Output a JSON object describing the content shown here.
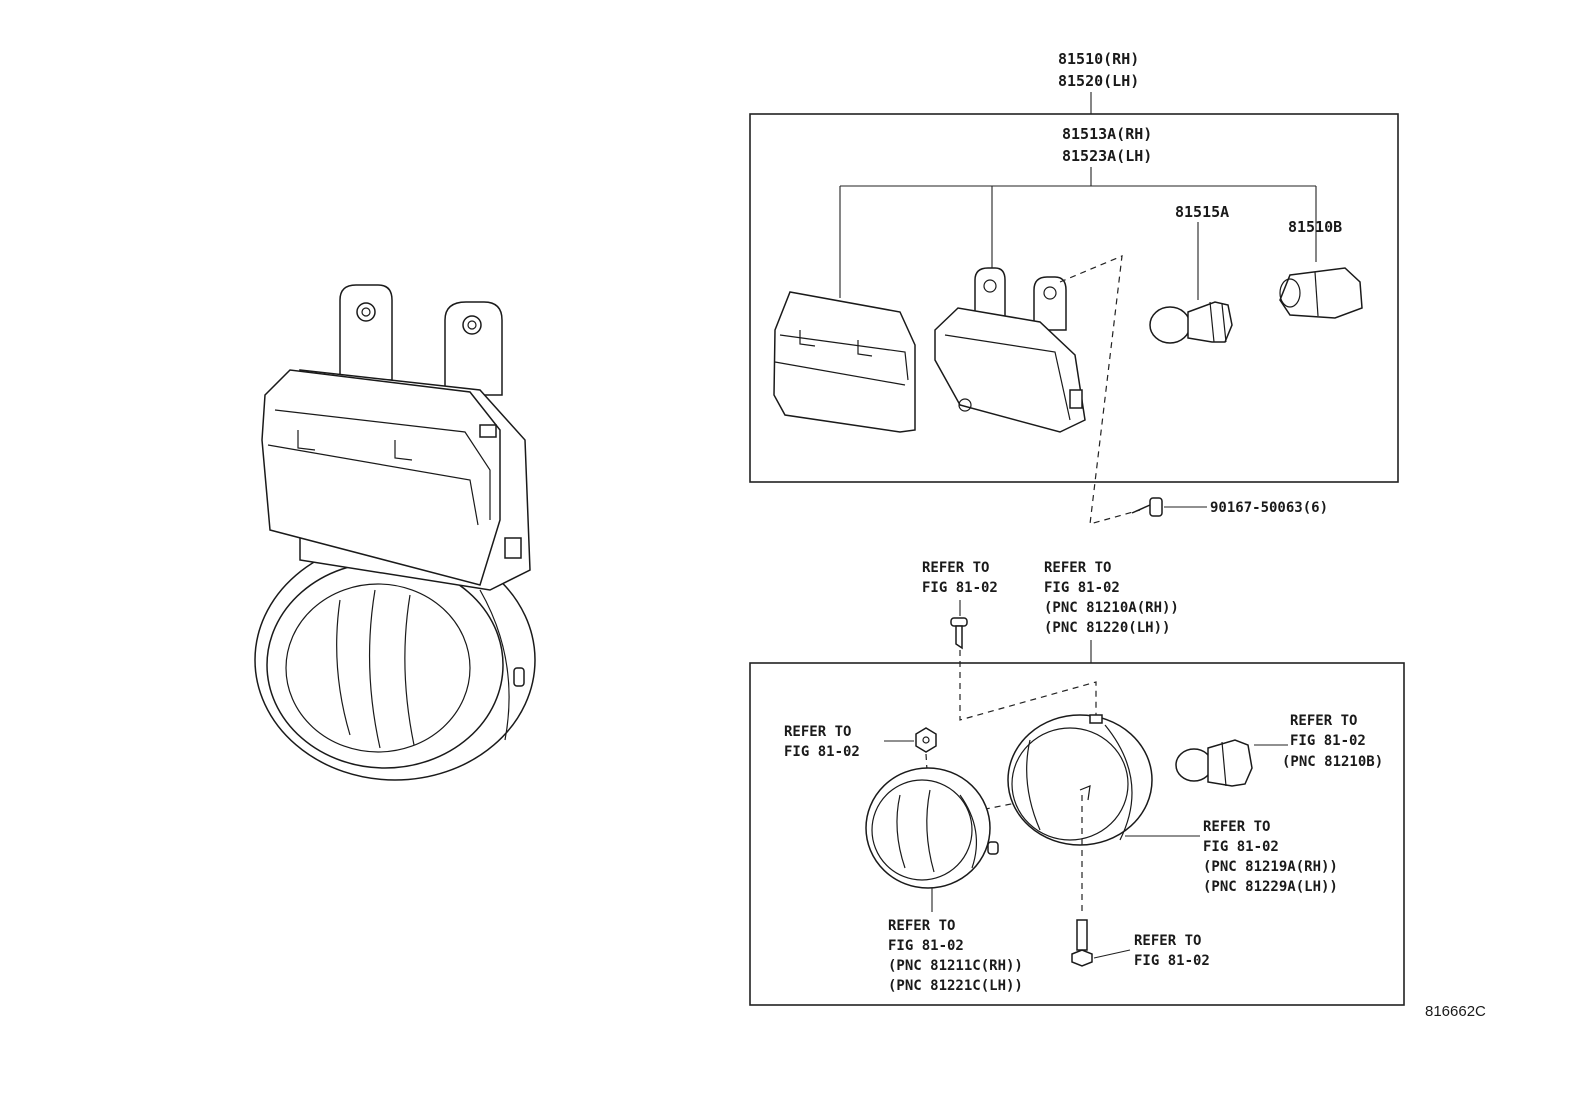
{
  "assembly": {
    "main_rh": "81510(RH)",
    "main_lh": "81520(LH)"
  },
  "parts": {
    "unit_rh": "81513A(RH)",
    "unit_lh": "81523A(LH)",
    "bulb": "81515A",
    "socket": "81510B",
    "screw": "90167-50063(6)"
  },
  "references": {
    "top_screw": {
      "line1": "REFER TO",
      "line2": "FIG 81-02"
    },
    "housing": {
      "line1": "REFER TO",
      "line2": "FIG 81-02",
      "line3": "(PNC 81210A(RH))",
      "line4": "(PNC 81220(LH))"
    },
    "nut": {
      "line1": "REFER TO",
      "line2": "FIG 81-02"
    },
    "bulb_socket": {
      "line1": "REFER TO",
      "line2": "FIG 81-02",
      "line3": "(PNC 81210B)"
    },
    "rim": {
      "line1": "REFER TO",
      "line2": "FIG 81-02",
      "line3": "(PNC 81219A(RH))",
      "line4": "(PNC 81229A(LH))"
    },
    "lens": {
      "line1": "REFER TO",
      "line2": "FIG 81-02",
      "line3": "(PNC 81211C(RH))",
      "line4": "(PNC 81221C(LH))"
    },
    "bolt": {
      "line1": "REFER TO",
      "line2": "FIG 81-02"
    }
  },
  "catalog_code": "816662C"
}
